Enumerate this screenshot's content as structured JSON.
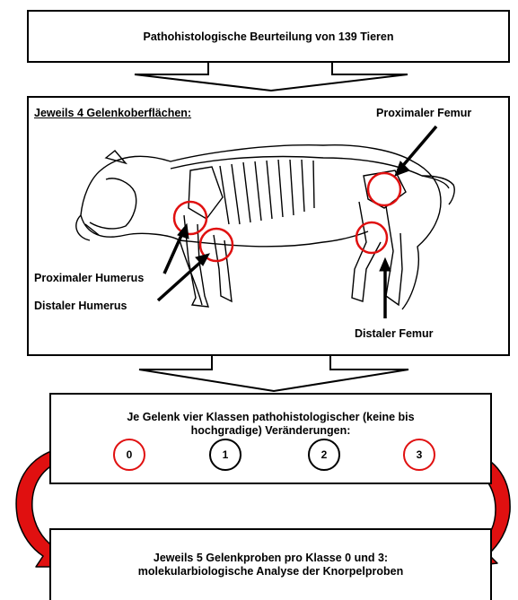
{
  "box1": {
    "text": "Pathohistologische Beurteilung von 139 Tieren"
  },
  "box2": {
    "heading": "Jeweils 4 Gelenkoberflächen:",
    "labels": {
      "proximal_femur": "Proximaler Femur",
      "proximal_humerus": "Proximaler Humerus",
      "distal_humerus": "Distaler Humerus",
      "distal_femur": "Distaler Femur"
    }
  },
  "box3": {
    "line1": "Je Gelenk vier Klassen pathohistologischer (keine bis",
    "line2": "hochgradige) Veränderungen:",
    "classes": [
      {
        "label": "0",
        "highlight": "red"
      },
      {
        "label": "1",
        "highlight": "black"
      },
      {
        "label": "2",
        "highlight": "black"
      },
      {
        "label": "3",
        "highlight": "red"
      }
    ]
  },
  "box4": {
    "line1": "Jeweils 5 Gelenkproben pro Klasse 0 und 3:",
    "line2": "molekularbiologische Analyse der Knorpelproben"
  },
  "colors": {
    "highlight": "#e01010",
    "arrow_fill": "#e01010",
    "stroke": "#000000"
  }
}
